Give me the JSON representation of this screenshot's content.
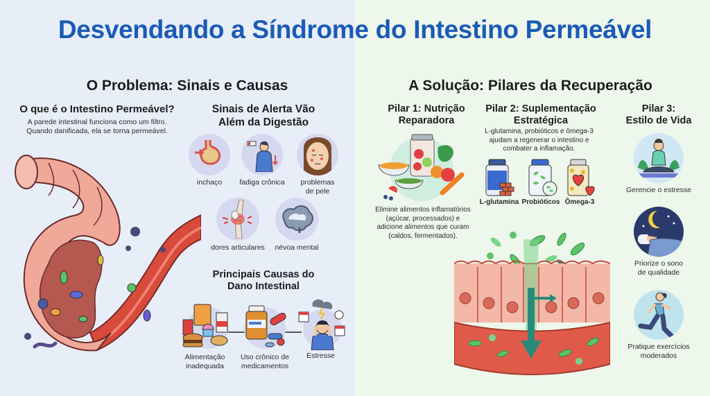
{
  "title": "Desvendando a Síndrome do Intestino Permeável",
  "colors": {
    "title_blue": "#1a5bb5",
    "left_bg": "#e8eef8",
    "right_bg": "#eef7ec",
    "circle_lavender": "#d6d8f0",
    "circle_mint": "#cfeee0",
    "intestine_pink": "#f0a898",
    "blood_red": "#d84a3a",
    "bacteria_green": "#5cc46a"
  },
  "problem": {
    "heading": "O Problema: Sinais e Causas",
    "what_is": {
      "title": "O que é o Intestino Permeável?",
      "line1": "A parede intestinal funciona como um filtro.",
      "line2": "Quando danificada, ela se torna permeável.",
      "illustration": "leaky-intestine-illustration"
    },
    "signs": {
      "title_line1": "Sinais de Alerta Vão",
      "title_line2": "Além da Digestão",
      "items": [
        {
          "label": "inchaço",
          "icon": "bloated-stomach-icon"
        },
        {
          "label": "fadiga crônica",
          "icon": "fatigue-person-icon"
        },
        {
          "label_line1": "problemas",
          "label_line2": "de pele",
          "icon": "skin-problems-face-icon"
        },
        {
          "label": "dores articulares",
          "icon": "joint-pain-knee-icon"
        },
        {
          "label": "névoa mental",
          "icon": "brain-fog-icon"
        }
      ]
    },
    "causes": {
      "title_line1": "Principais Causas do",
      "title_line2": "Dano Intestinal",
      "items": [
        {
          "label_line1": "Alimentação",
          "label_line2": "inadequada",
          "icon": "junk-food-icon"
        },
        {
          "label_line1": "Uso crônico de",
          "label_line2": "medicamentos",
          "icon": "medication-pills-icon"
        },
        {
          "label": "Estresse",
          "icon": "stressed-person-icon"
        }
      ]
    }
  },
  "solution": {
    "heading": "A Solução: Pilares da Recuperação",
    "pillar1": {
      "title_line1": "Pilar 1: Nutrição",
      "title_line2": "Reparadora",
      "icon": "healthy-food-icon",
      "desc_lines": [
        "Elimine alimentos inflamatórios",
        "(açúcar, processados) e",
        "adicione alimentos que curam",
        "(caldos, fermentados)."
      ]
    },
    "pillar2": {
      "title_line1": "Pilar 2: Suplementação",
      "title_line2": "Estratégica",
      "desc_lines": [
        "L-glutamina, probióticos e ômega-3",
        "ajudam a regenerar o intestino e",
        "combater a inflamação."
      ],
      "supplements": [
        {
          "label": "L-glutamina",
          "icon": "l-glutamine-bottle-icon"
        },
        {
          "label": "Probióticos",
          "icon": "probiotics-bottle-icon"
        },
        {
          "label": "Ômega-3",
          "icon": "omega3-bottle-icon"
        }
      ]
    },
    "pillar3": {
      "title_line1": "Pilar 3:",
      "title_line2": "Estilo de Vida",
      "items": [
        {
          "label": "Gerencie o estresse",
          "icon": "meditation-icon"
        },
        {
          "label_line1": "Priorize o sono",
          "label_line2": "de qualidade",
          "icon": "sleep-moon-icon"
        },
        {
          "label_line1": "Pratique exercícios",
          "label_line2": "moderados",
          "icon": "running-woman-icon"
        }
      ]
    },
    "illustration": "healing-gut-lining-illustration"
  }
}
